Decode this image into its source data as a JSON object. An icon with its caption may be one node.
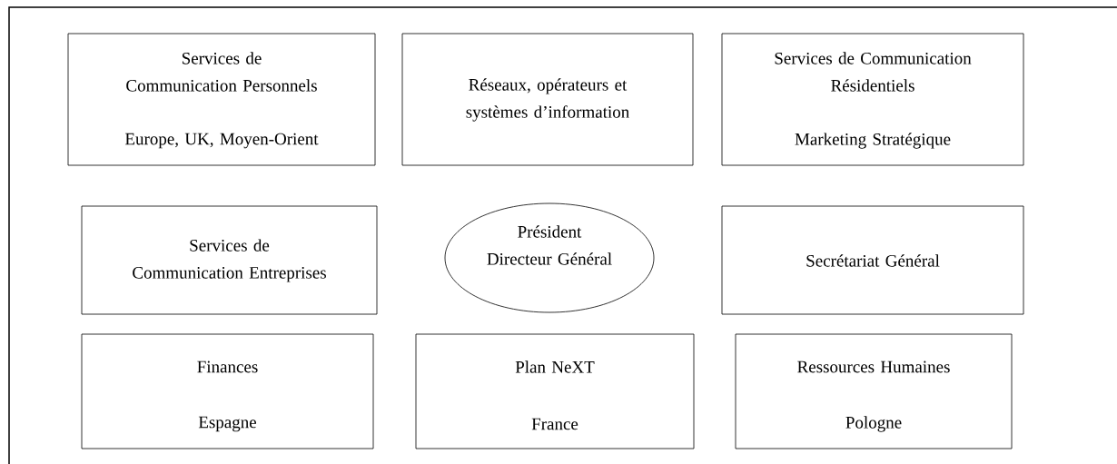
{
  "diagram": {
    "nodes": [
      {
        "text": [
          "Services de Communication Personnels",
          "Europe, UK, Moyen-Orient"
        ]
      },
      {
        "text": [
          "Réseaux, opérateurs et systèmes d’information"
        ]
      },
      {
        "text": [
          "Services de Communication Résidentiels",
          "Marketing Stratégique"
        ]
      },
      {
        "text": [
          "Services de Communication Entreprises"
        ]
      },
      {
        "text": [
          "Président Directeur Général"
        ]
      },
      {
        "text": [
          "Secrétariat Général"
        ]
      },
      {
        "text": [
          "Finances",
          "Espagne"
        ]
      },
      {
        "text": [
          "Plan NeXT",
          "France"
        ]
      },
      {
        "text": [
          "Ressources Humaines",
          "Pologne"
        ]
      }
    ]
  }
}
